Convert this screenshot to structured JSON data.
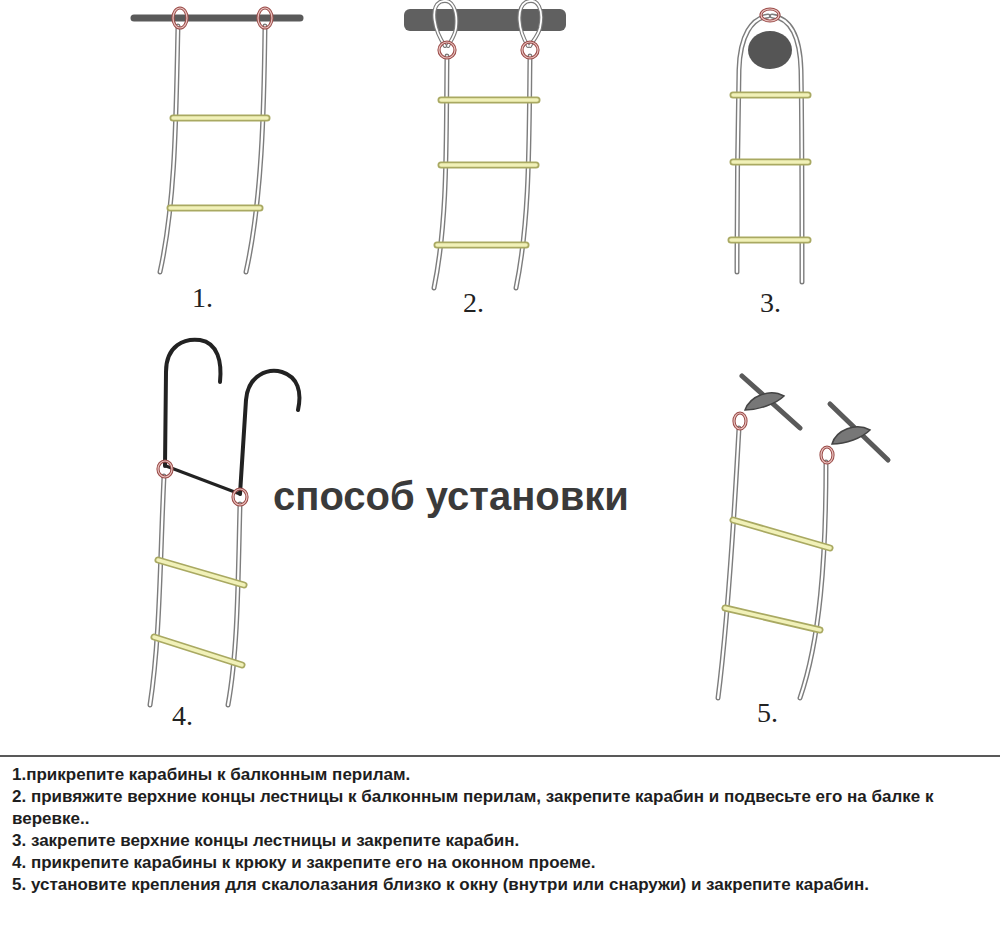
{
  "diagram": {
    "title": "способ установки",
    "labels": [
      "1.",
      "2.",
      "3.",
      "4.",
      "5.",
      "1.прикрепите карабины к балконным перилам.",
      "2. привяжите верхние концы лестницы к балконным перилам, закрепите карабин и подвесьте его на балке к веревке..",
      "3. закрепите верхние концы лестницы и закрепите карабин.",
      "4. прикрепите карабины к крюку и закрепите его на оконном проеме.",
      "5. установите крепления для скалолазания близко к окну (внутри или снаружи) и закрепите карабин."
    ]
  }
}
